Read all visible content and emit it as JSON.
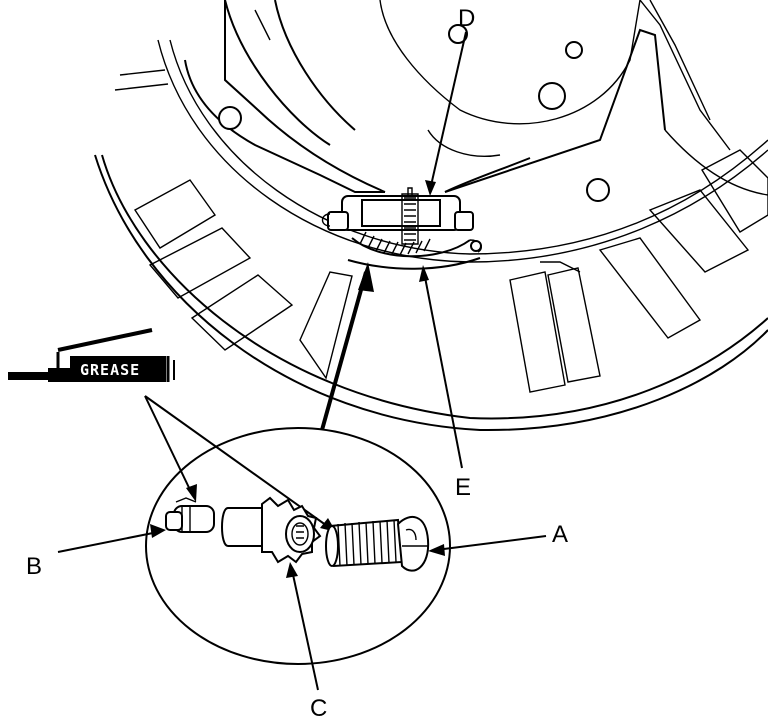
{
  "labels": {
    "a": "A",
    "b": "B",
    "c": "C",
    "d": "D",
    "e": "E"
  },
  "grease": "GREASE"
}
